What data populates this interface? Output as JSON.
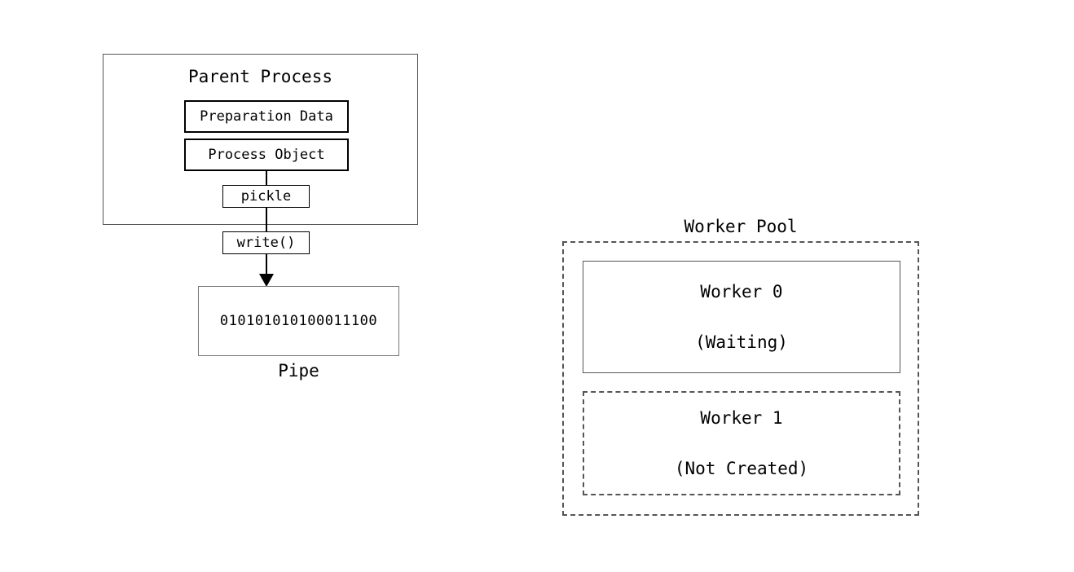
{
  "diagram": {
    "parent_process": {
      "title": "Parent Process",
      "preparation_data_label": "Preparation Data",
      "process_object_label": "Process Object",
      "pickle_label": "pickle"
    },
    "transfer": {
      "write_label": "write()",
      "arrow_direction": "down"
    },
    "pipe": {
      "bits": "010101010100011100",
      "label": "Pipe"
    },
    "worker_pool": {
      "title": "Worker Pool",
      "workers": [
        {
          "name": "Worker 0",
          "status": "(Waiting)",
          "border_style": "solid"
        },
        {
          "name": "Worker 1",
          "status": "(Not Created)",
          "border_style": "dashed"
        }
      ]
    },
    "colors": {
      "background": "#ffffff",
      "stroke": "#000000",
      "light_stroke": "#555555",
      "text": "#000000"
    }
  }
}
